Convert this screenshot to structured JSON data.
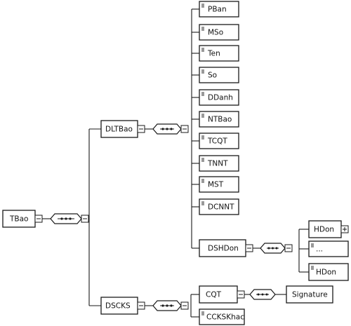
{
  "nodes": {
    "root": "TBao",
    "dltbao": "DLTBao",
    "dscks": "DSCKS",
    "pban": "PBan",
    "mso": "MSo",
    "ten": "Ten",
    "so": "So",
    "ddanh": "DDanh",
    "ntbao": "NTBao",
    "tcqt": "TCQT",
    "tnnt": "TNNT",
    "mst": "MST",
    "dcnnt": "DCNNT",
    "dshdon": "DSHDon",
    "hdon_top": "HDon",
    "ellipsis": "...",
    "hdon_bottom": "HDon",
    "cqt": "CQT",
    "signature": "Signature",
    "ccks": "CCKSKhac"
  },
  "icons": {
    "collapse": "minus-toggle-icon",
    "expand": "plus-toggle-icon",
    "sequence": "sequence-compositor-icon",
    "element": "element-doc-icon"
  }
}
